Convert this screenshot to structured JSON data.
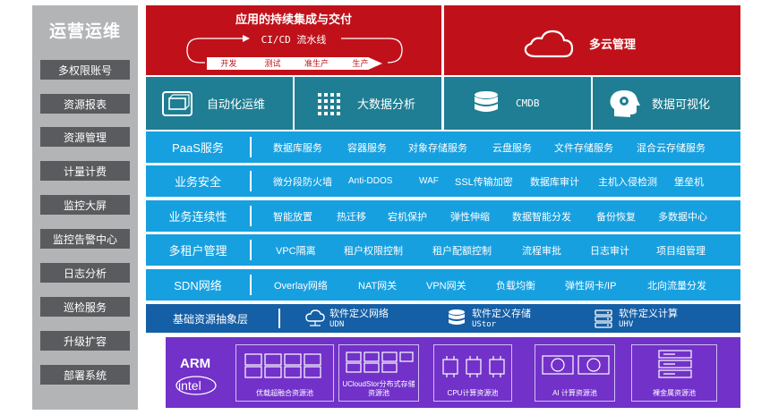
{
  "sidebar": {
    "title": "运营运维",
    "items": [
      "多权限账号",
      "资源报表",
      "资源管理",
      "计量计费",
      "监控大屏",
      "监控告警中心",
      "日志分析",
      "巡检服务",
      "升级扩容",
      "部署系统"
    ]
  },
  "top": {
    "cicd_title": "应用的持续集成与交付",
    "pipeline_label": "CI/CD 流水线",
    "stages": [
      "开发",
      "测试",
      "准生产",
      "生产"
    ],
    "cloud_label": "多云管理"
  },
  "modules": [
    "自动化运维",
    "大数据分析",
    "CMDB",
    "数据可视化"
  ],
  "service_rows": [
    {
      "title": "PaaS服务",
      "cells": [
        "数据库服务",
        "容器服务",
        "对象存储服务",
        "云盘服务",
        "文件存储服务",
        "混合云存储服务"
      ]
    },
    {
      "title": "业务安全",
      "cells": [
        "微分段防火墙",
        "Anti-DDOS",
        "WAF",
        "SSL传输加密",
        "数据库审计",
        "主机入侵检测",
        "堡垒机"
      ]
    },
    {
      "title": "业务连续性",
      "cells": [
        "智能放置",
        "热迁移",
        "宕机保护",
        "弹性伸缩",
        "数据智能分发",
        "备份恢复",
        "多数据中心"
      ]
    },
    {
      "title": "多租户管理",
      "cells": [
        "VPC隔离",
        "租户权限控制",
        "租户配额控制",
        "流程审批",
        "日志审计",
        "项目组管理"
      ]
    },
    {
      "title": "SDN网络",
      "cells": [
        "Overlay网络",
        "NAT网关",
        "VPN网关",
        "负载均衡",
        "弹性网卡/IP",
        "北向流量分发"
      ]
    }
  ],
  "base": {
    "title": "基础资源抽象层",
    "services": [
      {
        "name": "软件定义网络",
        "code": "UDN"
      },
      {
        "name": "软件定义存储",
        "code": "UStor"
      },
      {
        "name": "软件定义计算",
        "code": "UHV"
      }
    ]
  },
  "hardware": {
    "brands": [
      "ARM",
      "intel"
    ],
    "pools": [
      "优载超融合资源池",
      "UCloudStor分布式存储资源池",
      "CPU计算资源池",
      "AI 计算资源池",
      "裸金属资源池"
    ]
  },
  "colors": {
    "sidebar_bg": "#b3b4b6",
    "sidebar_item": "#5a5b5e",
    "red": "#c0111a",
    "teal": "#1f7e93",
    "blue": "#16a0e0",
    "dark_blue": "#155fa6",
    "purple": "#7231c9"
  }
}
